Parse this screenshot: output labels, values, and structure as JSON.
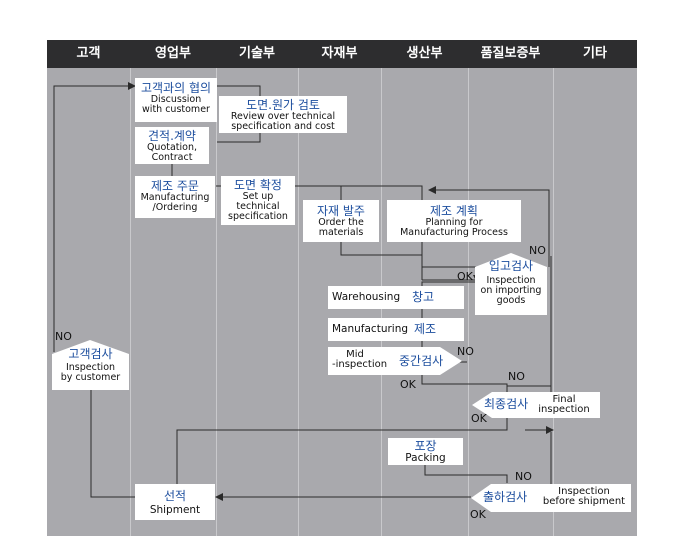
{
  "columns": [
    "고객",
    "영업부",
    "기술부",
    "자재부",
    "생산부",
    "품질보증부",
    "기타"
  ],
  "steps": {
    "discussion": {
      "ko": "고객과의 협의",
      "en1": "Discussion",
      "en2": "with customer"
    },
    "review": {
      "ko": "도면.원가 검토",
      "en1": "Review over technical",
      "en2": "specification and cost"
    },
    "quotation": {
      "ko": "견적.계약",
      "en1": "Quotation,",
      "en2": "Contract"
    },
    "manufacturing": {
      "ko": "제조 주문",
      "en1": "Manufacturing",
      "en2": "/Ordering"
    },
    "technical": {
      "ko": "도면 확정",
      "en1": "Set up",
      "en2": "technical",
      "en3": "specification"
    },
    "order_materials": {
      "ko": "자재 발주",
      "en1": "Order the",
      "en2": "materials"
    },
    "planning": {
      "ko": "제조 계획",
      "en1": "Planning for",
      "en2": "Manufacturing Process"
    },
    "inspection_importing": {
      "ko": "입고검사",
      "en1": "Inspection",
      "en2": "on importing",
      "en3": "goods"
    },
    "warehousing": {
      "en": "Warehousing",
      "ko": "창고"
    },
    "manufacturing_step": {
      "en": "Manufacturing",
      "ko": "제조"
    },
    "mid_inspection": {
      "en1": "Mid",
      "en2": "-inspection",
      "ko": "중간검사"
    },
    "final_inspection": {
      "ko": "최종검사",
      "en1": "Final",
      "en2": "inspection"
    },
    "packing": {
      "ko": "포장",
      "en": "Packing"
    },
    "inspection_shipment": {
      "ko": "출하검사",
      "en1": "Inspection",
      "en2": "before shipment"
    },
    "shipment": {
      "ko": "선적",
      "en": "Shipment"
    },
    "inspection_customer": {
      "ko": "고객검사",
      "en1": "Inspection",
      "en2": "by customer"
    }
  },
  "flow_labels": {
    "no": "NO",
    "ok": "OK"
  },
  "colors": {
    "background": "#a9a9ad",
    "header": "#2d2d2f",
    "korean_text": "#1d4e9e",
    "lines": "#2a2a2a"
  }
}
